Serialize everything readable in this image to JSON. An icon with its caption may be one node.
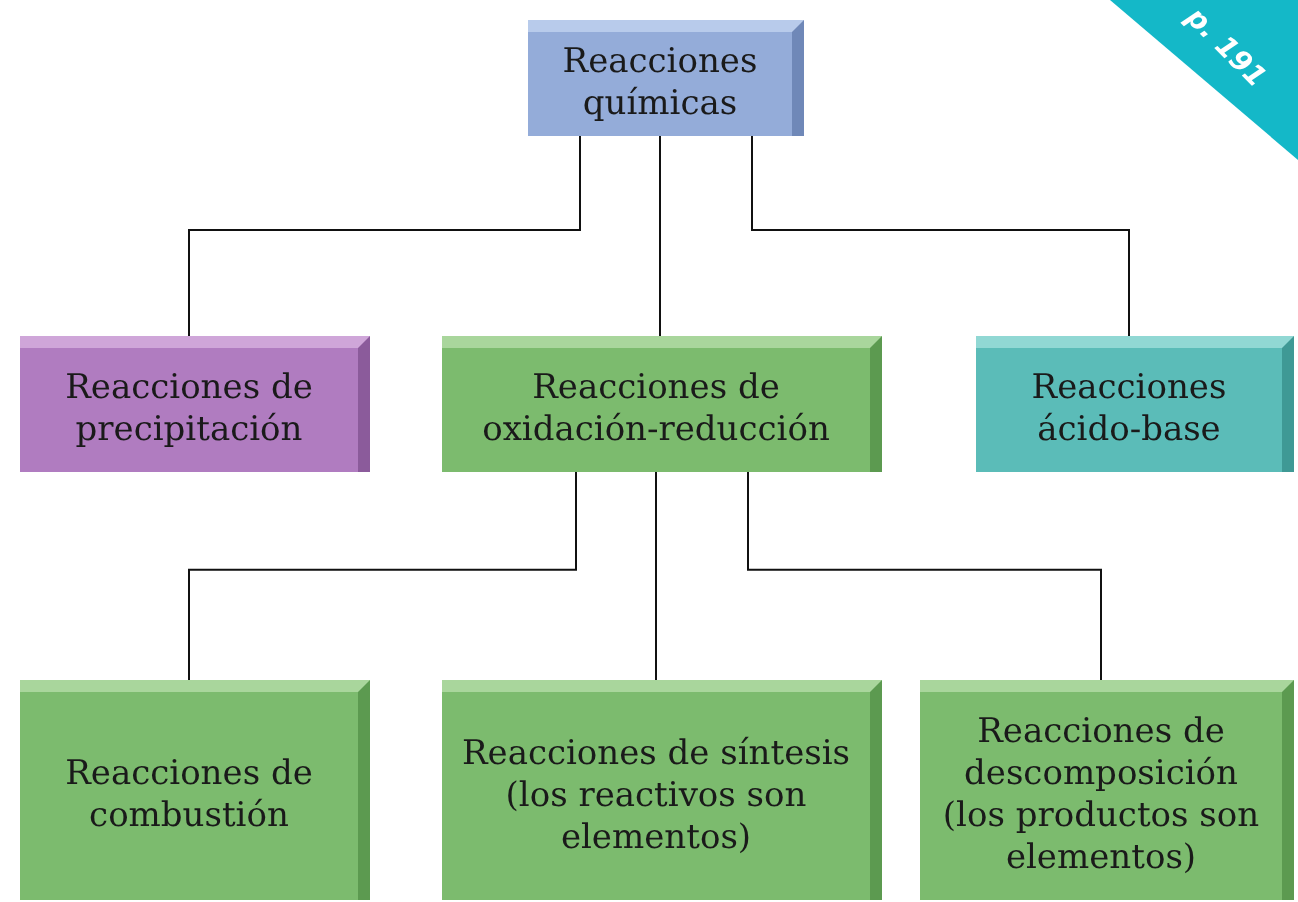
{
  "diagram": {
    "nodes": [
      {
        "text": [
          "Reacciones químicas"
        ]
      },
      {
        "text": [
          "Reacciones de precipitación"
        ]
      },
      {
        "text": [
          "Reacciones de oxidación-reducción"
        ]
      },
      {
        "text": [
          "Reacciones ácido-base"
        ]
      },
      {
        "text": [
          "Reacciones de combustión"
        ]
      },
      {
        "text": [
          "Reacciones de síntesis (los reactivos son elementos)"
        ]
      },
      {
        "text": [
          "Reacciones de descomposición (los productos son elementos)"
        ]
      }
    ],
    "edges": [
      {
        "from": 0,
        "to": 1,
        "arrow": "none"
      },
      {
        "from": 0,
        "to": 2,
        "arrow": "none"
      },
      {
        "from": 0,
        "to": 3,
        "arrow": "none"
      },
      {
        "from": 2,
        "to": 4,
        "arrow": "none"
      },
      {
        "from": 2,
        "to": 5,
        "arrow": "none"
      },
      {
        "from": 2,
        "to": 6,
        "arrow": "none"
      }
    ],
    "labels": [
      "p. 191"
    ]
  }
}
